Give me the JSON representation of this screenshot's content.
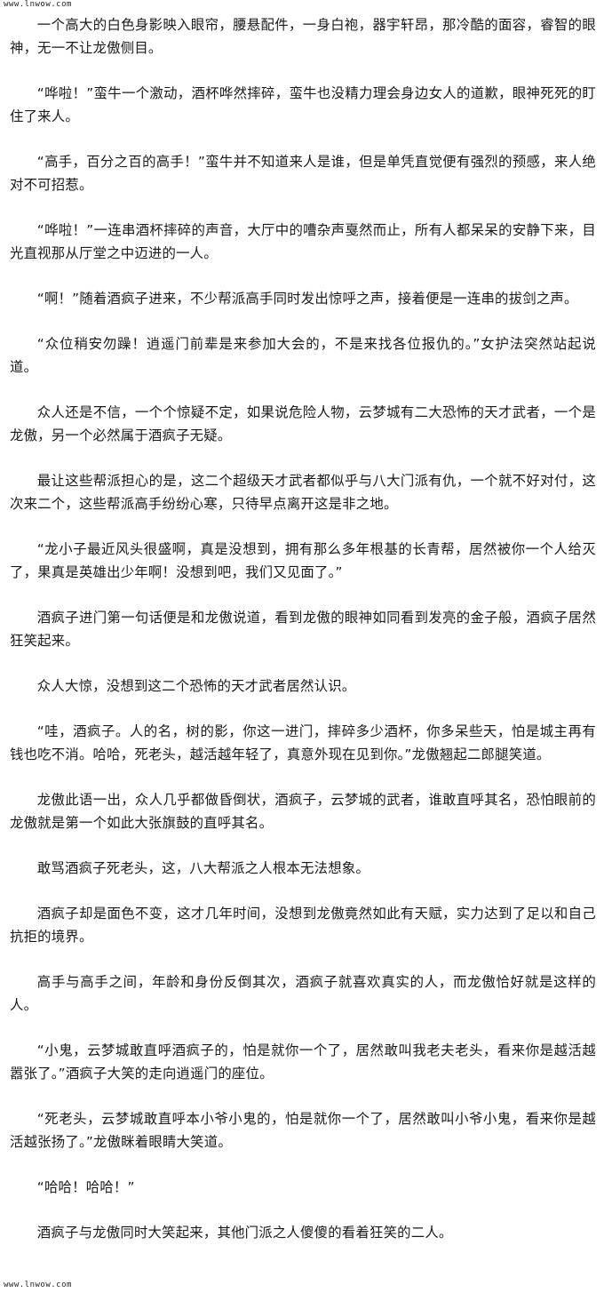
{
  "watermark": {
    "top": "www.lnwow.com",
    "bottom": "www.lnwow.com"
  },
  "paragraphs": [
    "一个高大的白色身影映入眼帘，腰悬配件，一身白袍，器宇轩昂，那冷酷的面容，睿智的眼神，无一不让龙傲侧目。",
    "“哗啦！”蛮牛一个激动，酒杯哗然摔碎，蛮牛也没精力理会身边女人的道歉，眼神死死的盯住了来人。",
    "“高手，百分之百的高手！”蛮牛并不知道来人是谁，但是单凭直觉便有强烈的预感，来人绝对不可招惹。",
    "“哗啦！”一连串酒杯摔碎的声音，大厅中的嘈杂声戛然而止，所有人都呆呆的安静下来，目光直视那从厅堂之中迈进的一人。",
    "“啊！”随着酒疯子进来，不少帮派高手同时发出惊呼之声，接着便是一连串的拔剑之声。",
    "“众位稍安勿躁！逍遥门前辈是来参加大会的，不是来找各位报仇的。”女护法突然站起说道。",
    "众人还是不信，一个个惊疑不定，如果说危险人物，云梦城有二大恐怖的天才武者，一个是龙傲，另一个必然属于酒疯子无疑。",
    "最让这些帮派担心的是，这二个超级天才武者都似乎与八大门派有仇，一个就不好对付，这次来二个，这些帮派高手纷纷心寒，只待早点离开这是非之地。",
    "“龙小子最近风头很盛啊，真是没想到，拥有那么多年根基的长青帮，居然被你一个人给灭了，果真是英雄出少年啊！没想到吧，我们又见面了。”",
    "酒疯子进门第一句话便是和龙傲说道，看到龙傲的眼神如同看到发亮的金子般，酒疯子居然狂笑起来。",
    "众人大惊，没想到这二个恐怖的天才武者居然认识。",
    "“哇，酒疯子。人的名，树的影，你这一进门，摔碎多少酒杯，你多呆些天，怕是城主再有钱也吃不消。哈哈，死老头，越活越年轻了，真意外现在见到你。”龙傲翘起二郎腿笑道。",
    "龙傲此语一出，众人几乎都做昏倒状，酒疯子，云梦城的武者，谁敢直呼其名，恐怕眼前的龙傲就是第一个如此大张旗鼓的直呼其名。",
    "敢骂酒疯子死老头，这，八大帮派之人根本无法想象。",
    "酒疯子却是面色不变，这才几年时间，没想到龙傲竟然如此有天赋，实力达到了足以和自己抗拒的境界。",
    "高手与高手之间，年龄和身份反倒其次，酒疯子就喜欢真实的人，而龙傲恰好就是这样的人。",
    "“小鬼，云梦城敢直呼酒疯子的，怕是就你一个了，居然敢叫我老夫老头，看来你是越活越嚣张了。”酒疯子大笑的走向逍遥门的座位。",
    "“死老头，云梦城敢直呼本小爷小鬼的，怕是就你一个了，居然敢叫小爷小鬼，看来你是越活越张扬了。”龙傲眯着眼睛大笑道。",
    "“哈哈！哈哈！”",
    "酒疯子与龙傲同时大笑起来，其他门派之人傻傻的看着狂笑的二人。"
  ]
}
